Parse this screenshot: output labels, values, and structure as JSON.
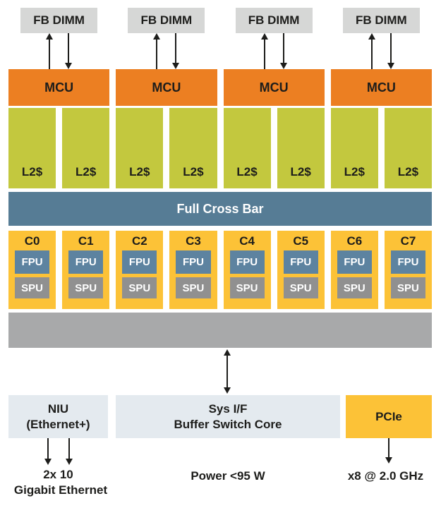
{
  "memory": {
    "fb_dimm_modules": [
      "FB DIMM",
      "FB DIMM",
      "FB DIMM",
      "FB DIMM"
    ],
    "mcus": [
      "MCU",
      "MCU",
      "MCU",
      "MCU"
    ]
  },
  "cache": {
    "l2_banks": [
      "L2$",
      "L2$",
      "L2$",
      "L2$",
      "L2$",
      "L2$",
      "L2$",
      "L2$"
    ],
    "crossbar_label": "Full Cross Bar"
  },
  "cores": {
    "names": [
      "C0",
      "C1",
      "C2",
      "C3",
      "C4",
      "C5",
      "C6",
      "C7"
    ],
    "fpu_label": "FPU",
    "spu_label": "SPU"
  },
  "io": {
    "niu_line1": "NIU",
    "niu_line2": "(Ethernet+)",
    "sysif_line1": "Sys I/F",
    "sysif_line2": "Buffer Switch Core",
    "pcie_label": "PCIe"
  },
  "captions": {
    "ethernet_line1": "2x 10",
    "ethernet_line2": "Gigabit Ethernet",
    "power": "Power <95 W",
    "pcie_speed": "x8 @ 2.0 GHz"
  },
  "colors": {
    "mcu_orange": "#ec7f22",
    "l2_olive": "#c3c83e",
    "crossbar_steel": "#567c95",
    "core_gold": "#fcc237",
    "fpu_blue": "#5d83a0",
    "spu_gray": "#909090",
    "bus_gray": "#a8a9aa",
    "io_light": "#e4eaef",
    "fbdimm_gray": "#d6d7d6",
    "text_dark": "#1d1d1b"
  }
}
